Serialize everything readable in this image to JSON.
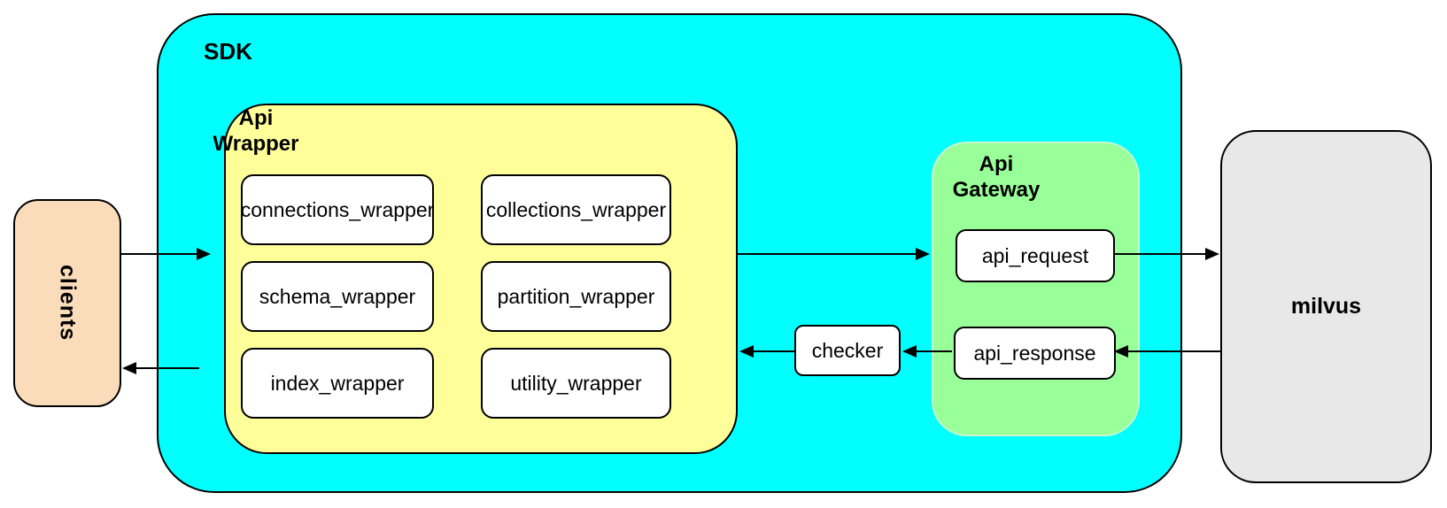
{
  "diagram": {
    "title": "SDK architecture diagram",
    "colors": {
      "sdk_fill": "#00ffff",
      "api_wrapper_fill": "#ffff99",
      "api_gateway_fill": "#99ff99",
      "clients_fill": "#fadcbb",
      "milvus_fill": "#e8e8e8",
      "node_fill": "#ffffff",
      "stroke": "#000000"
    },
    "nodes": {
      "clients": {
        "label": "clients"
      },
      "sdk": {
        "label": "SDK"
      },
      "api_wrapper": {
        "label": "Api\nWrapper",
        "children": [
          "connections_wrapper",
          "collections_wrapper",
          "schema_wrapper",
          "partition_wrapper",
          "index_wrapper",
          "utility_wrapper"
        ]
      },
      "api_gateway": {
        "label": "Api\nGateway",
        "request": "api_request",
        "response": "api_response"
      },
      "checker": {
        "label": "checker"
      },
      "milvus": {
        "label": "milvus"
      }
    },
    "edges": [
      {
        "from": "clients",
        "to": "sdk"
      },
      {
        "from": "api_wrapper",
        "to": "api_gateway"
      },
      {
        "from": "api_request",
        "to": "milvus"
      },
      {
        "from": "milvus",
        "to": "api_response"
      },
      {
        "from": "api_response",
        "to": "checker"
      },
      {
        "from": "checker",
        "to": "api_wrapper"
      },
      {
        "from": "sdk",
        "to": "clients"
      }
    ]
  }
}
